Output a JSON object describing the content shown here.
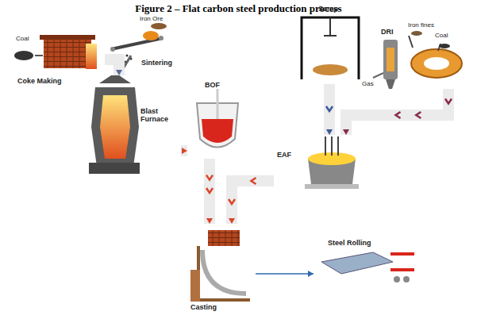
{
  "diagram": {
    "title": "Figure 2 – Flat carbon steel production process",
    "nodes": [
      {
        "text": [
          "Coke Making"
        ]
      },
      {
        "text": [
          "Sintering"
        ]
      },
      {
        "text": [
          "Blast Furnace"
        ]
      },
      {
        "text": [
          "BOF"
        ]
      },
      {
        "text": [
          "Scrap"
        ]
      },
      {
        "text": [
          "DRI"
        ]
      },
      {
        "text": [
          "EAF"
        ]
      },
      {
        "text": [
          "Casting"
        ]
      },
      {
        "text": [
          "Steel Rolling"
        ]
      }
    ],
    "edges": [
      {
        "from": 0,
        "to": 2,
        "arrow": "to"
      },
      {
        "from": 1,
        "to": 2,
        "arrow": "to"
      },
      {
        "from": 2,
        "to": 3,
        "arrow": "to"
      },
      {
        "from": 4,
        "to": 6,
        "arrow": "to"
      },
      {
        "from": 5,
        "to": 6,
        "arrow": "to"
      },
      {
        "from": 3,
        "to": 7,
        "arrow": "to"
      },
      {
        "from": 6,
        "to": 7,
        "arrow": "to"
      },
      {
        "from": 7,
        "to": 8,
        "arrow": "to"
      }
    ],
    "labels": [
      "Coal",
      "Iron Ore",
      "Iron fines",
      "Coal",
      "Gas"
    ]
  }
}
